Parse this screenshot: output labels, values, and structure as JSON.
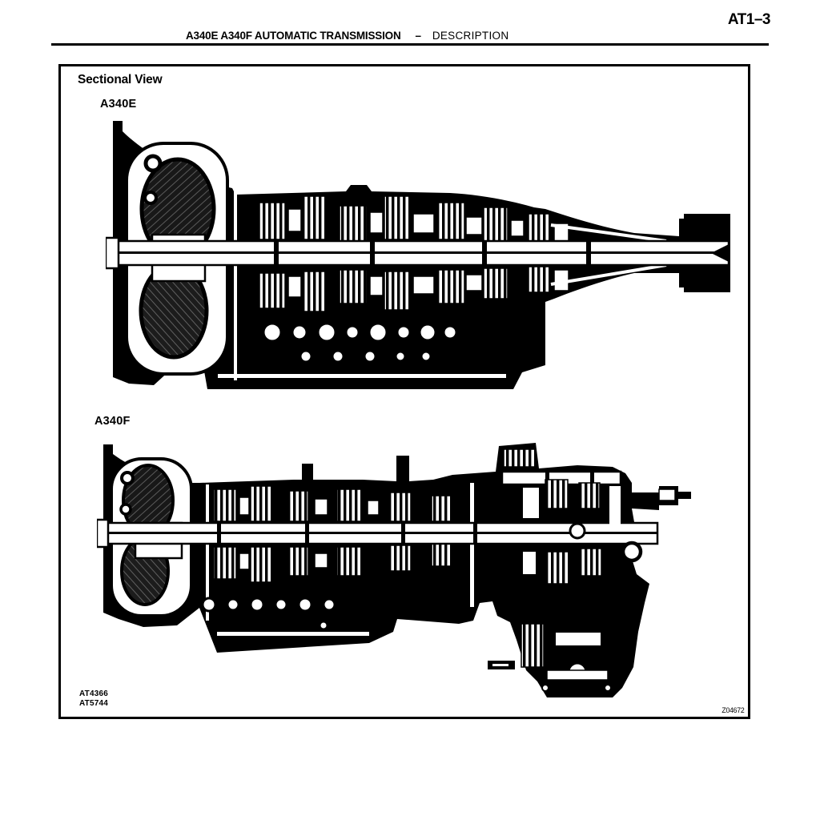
{
  "page": {
    "page_number": "AT1–3",
    "header": {
      "title": "A340E A340F AUTOMATIC TRANSMISSION",
      "separator": "–",
      "section": "DESCRIPTION"
    }
  },
  "figure": {
    "heading": "Sectional View",
    "diagrams": [
      {
        "label": "A340E",
        "description": "sectional cross-section of A340E automatic transmission"
      },
      {
        "label": "A340F",
        "description": "sectional cross-section of A340F automatic transmission with transfer case"
      }
    ],
    "reference_codes": [
      "AT4366",
      "AT5744"
    ],
    "plate_code": "Z04672"
  },
  "colors": {
    "ink": "#000000",
    "paper": "#ffffff"
  }
}
